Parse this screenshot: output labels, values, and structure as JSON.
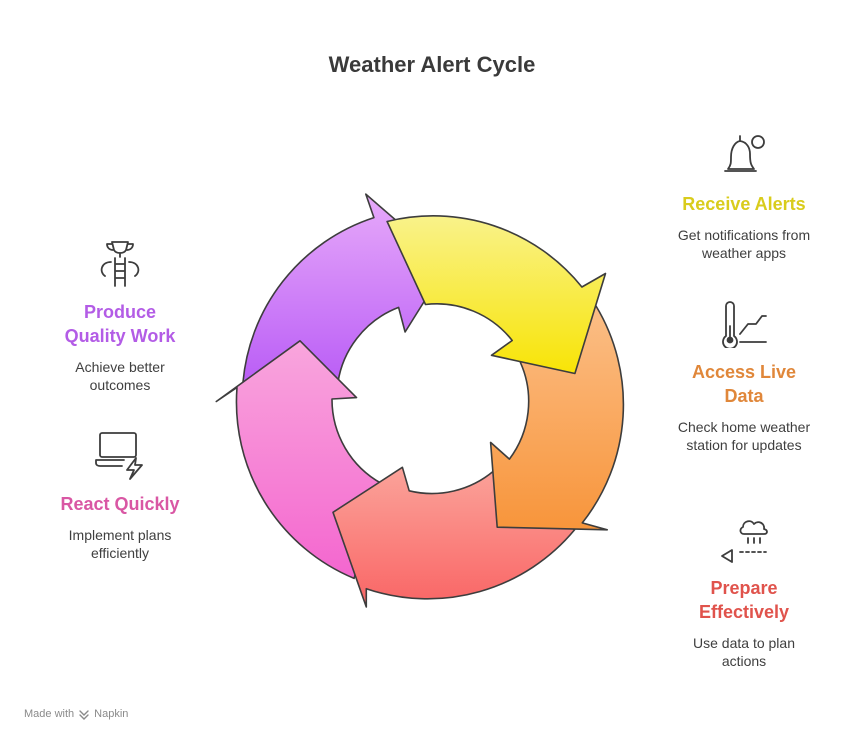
{
  "title": "Weather Alert Cycle",
  "colors": {
    "receive": "#d9cc1c",
    "access": "#e0873a",
    "prepare": "#e0534c",
    "react": "#d957a4",
    "produce": "#b35ce6"
  },
  "steps": [
    {
      "heading": "Receive Alerts",
      "desc": "Get notifications from weather apps",
      "icon": "bell-icon"
    },
    {
      "heading": "Access Live Data",
      "desc": "Check home weather station for updates",
      "icon": "thermometer-icon"
    },
    {
      "heading": "Prepare Effectively",
      "desc": "Use data to plan actions",
      "icon": "rain-cloud-icon"
    },
    {
      "heading": "React Quickly",
      "desc": "Implement plans efficiently",
      "icon": "laptop-bolt-icon"
    },
    {
      "heading": "Produce Quality Work",
      "desc": "Achieve better outcomes",
      "icon": "trophy-ladder-icon"
    }
  ],
  "footer": {
    "made_with": "Made with",
    "brand": "Napkin"
  }
}
